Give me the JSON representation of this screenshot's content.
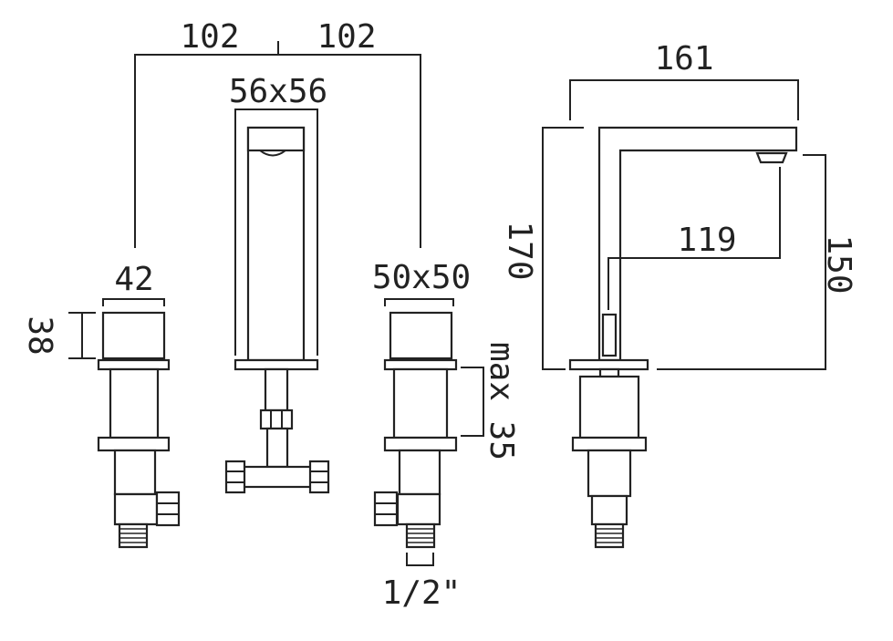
{
  "dimensions": {
    "spacing_left": "102",
    "spacing_right": "102",
    "spout_base": "56x56",
    "spout_reach": "161",
    "handle_width_left": "42",
    "handle_height": "38",
    "handle_base_right": "50x50",
    "max_deck_thickness": "max 35",
    "connection_size": "1/2\"",
    "overall_height": "170",
    "outlet_height": "150",
    "lever_to_outlet": "119"
  }
}
